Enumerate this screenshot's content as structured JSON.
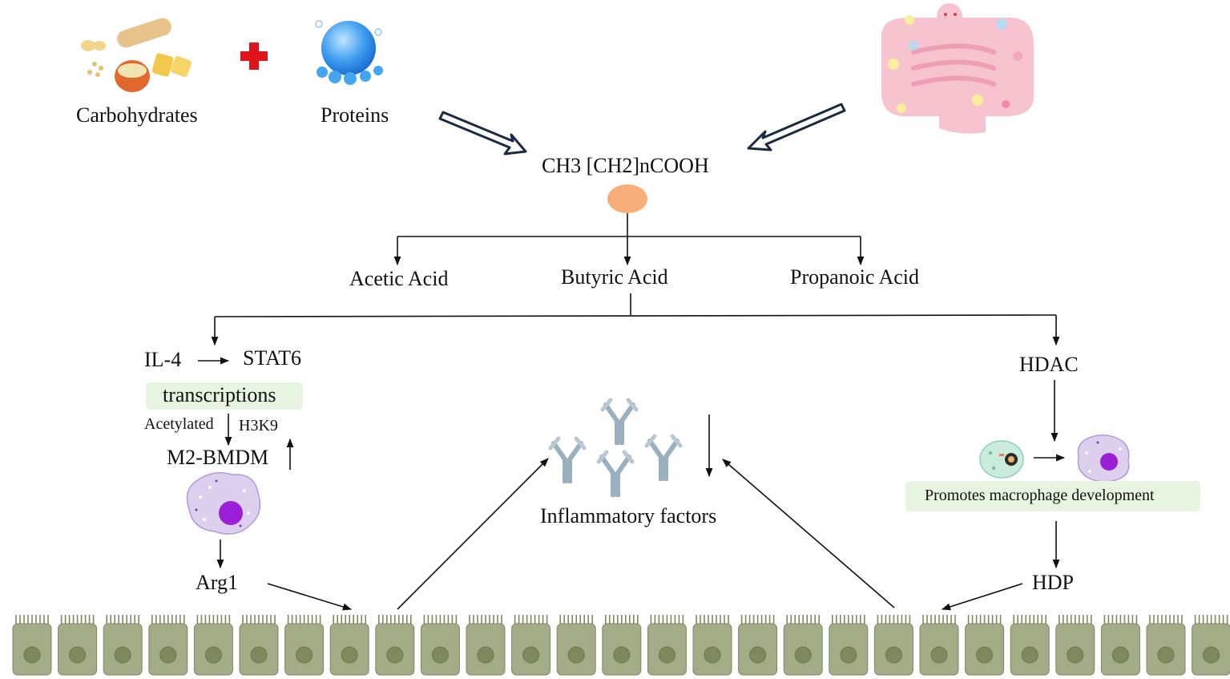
{
  "sources": {
    "carbohydrates": "Carbohydrates",
    "proteins": "Proteins"
  },
  "central_formula": "CH3 [CH2]nCOOH",
  "acids": {
    "acetic": "Acetic Acid",
    "butyric": "Butyric Acid",
    "propanoic": "Propanoic Acid"
  },
  "left_pathway": {
    "il4": "IL-4",
    "stat6": "STAT6",
    "transcriptions": "transcriptions",
    "acetylated": "Acetylated",
    "h3k9": "H3K9",
    "m2_bmdm": "M2-BMDM",
    "arg1": "Arg1"
  },
  "center": {
    "inflammatory_factors": "Inflammatory factors"
  },
  "right_pathway": {
    "hdac": "HDAC",
    "promotes": "Promotes macrophage development",
    "hdp": "HDP"
  },
  "colors": {
    "line": "#111111",
    "pill_bg": "#e6f4e0",
    "node": "#f7ae7a",
    "cell_fill": "#a4ab87",
    "cell_nucleus": "#7c8a5e",
    "antibody": "#9bb0bf",
    "macrophage_body": "#dcd0ee",
    "macrophage_nucleus": "#9a1fd6",
    "plus": "#e0151b",
    "gut": "#f6c3cf"
  },
  "icons": {
    "food": "food-icon",
    "protein": "protein-sphere-icon",
    "plus": "plus-icon",
    "gut": "intestine-icon",
    "antibody": "antibody-icon",
    "macrophage": "macrophage-icon",
    "monocyte": "monocyte-icon",
    "epithelium": "epithelial-cell-icon"
  }
}
